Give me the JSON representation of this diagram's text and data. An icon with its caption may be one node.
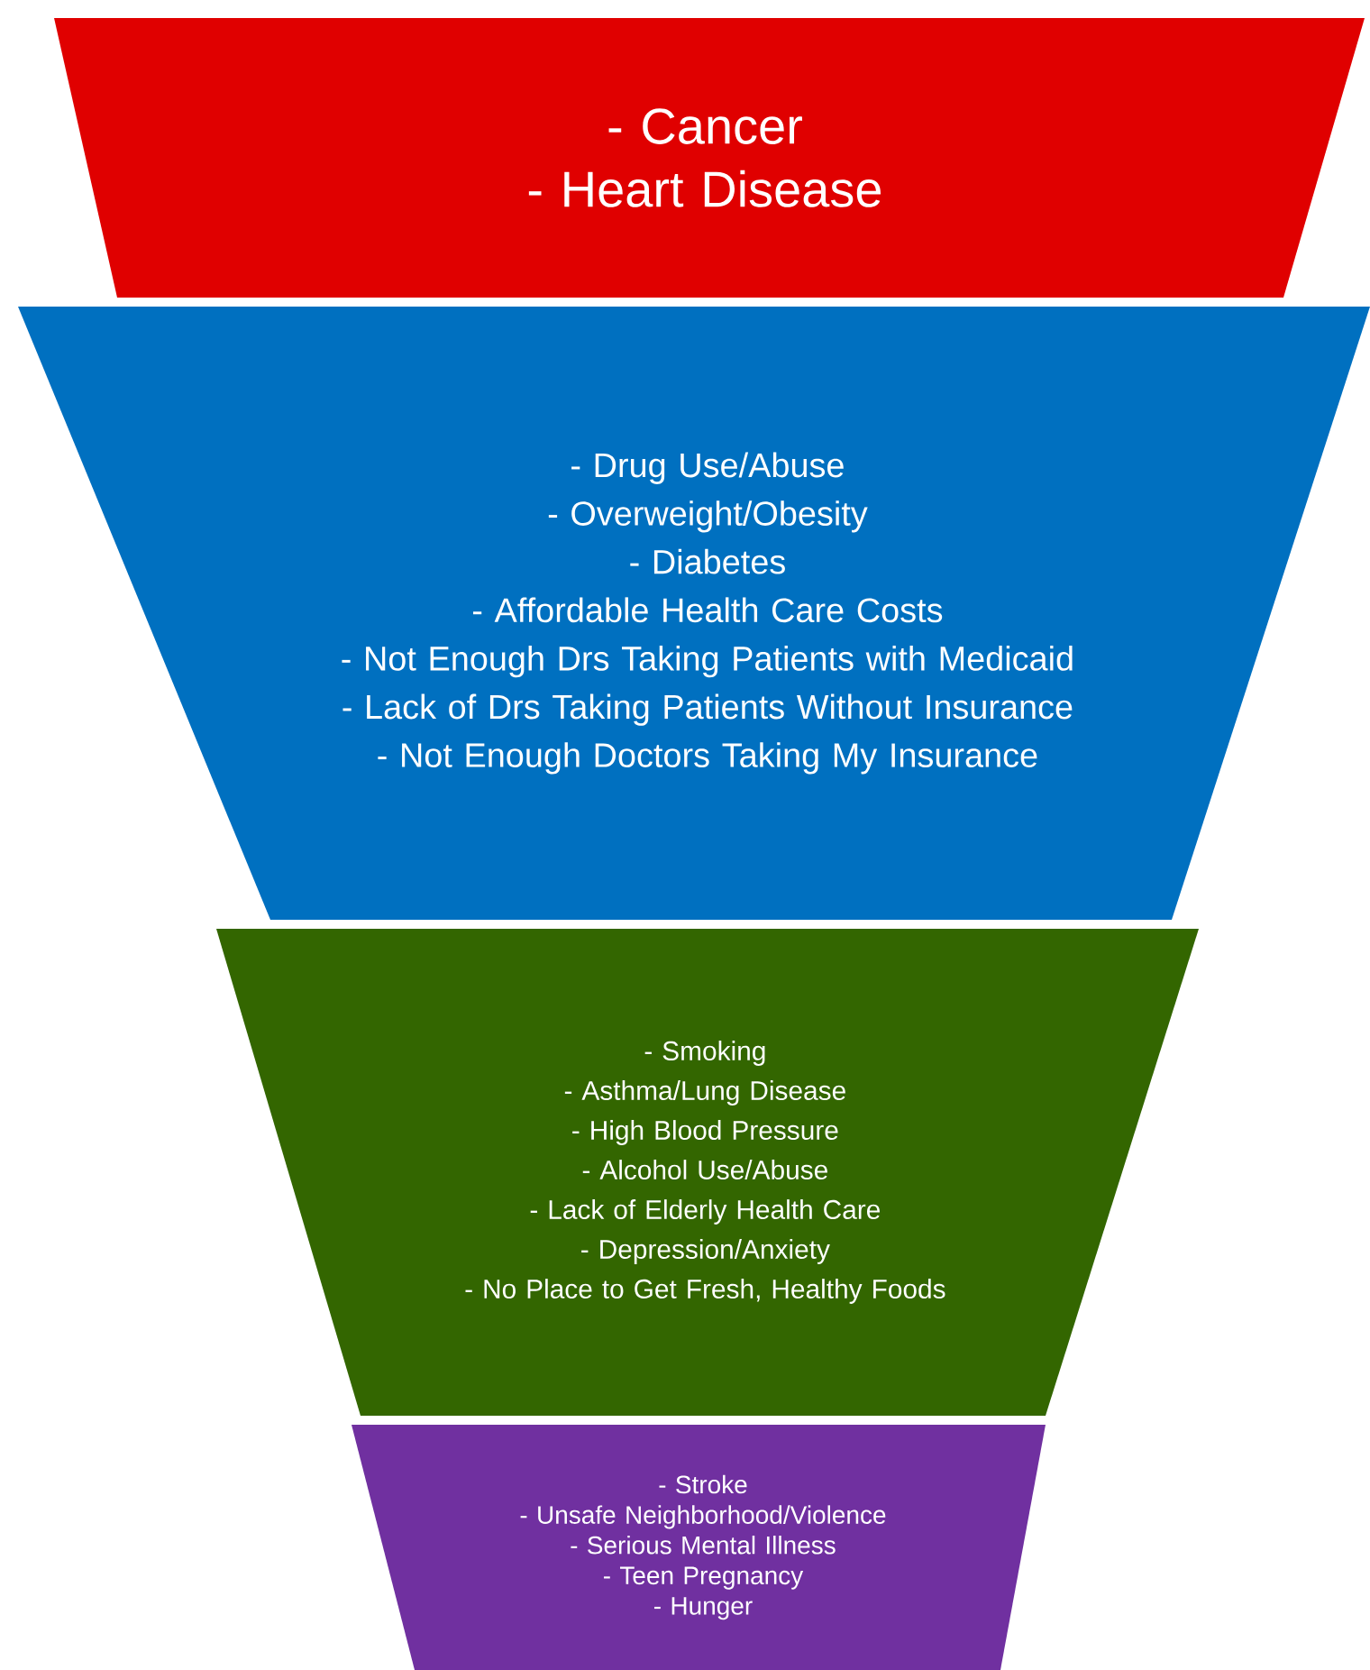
{
  "diagram": {
    "nodes": [
      {
        "text": [
          "- Cancer",
          "- Heart Disease"
        ]
      },
      {
        "text": [
          "- Drug Use/Abuse",
          "- Overweight/Obesity",
          "- Diabetes",
          "- Affordable Health Care Costs",
          "- Not Enough Drs Taking Patients with Medicaid",
          "- Lack of Drs Taking Patients Without Insurance",
          "- Not Enough Doctors Taking My Insurance"
        ]
      },
      {
        "text": [
          "- Smoking",
          "- Asthma/Lung Disease",
          "- High Blood Pressure",
          "- Alcohol Use/Abuse",
          "- Lack of Elderly Health Care",
          "- Depression/Anxiety",
          "- No Place to Get Fresh, Healthy Foods"
        ]
      },
      {
        "text": [
          "- Stroke",
          "- Unsafe Neighborhood/Violence",
          "- Serious Mental Illness",
          "- Teen Pregnancy",
          "- Hunger"
        ]
      }
    ]
  }
}
